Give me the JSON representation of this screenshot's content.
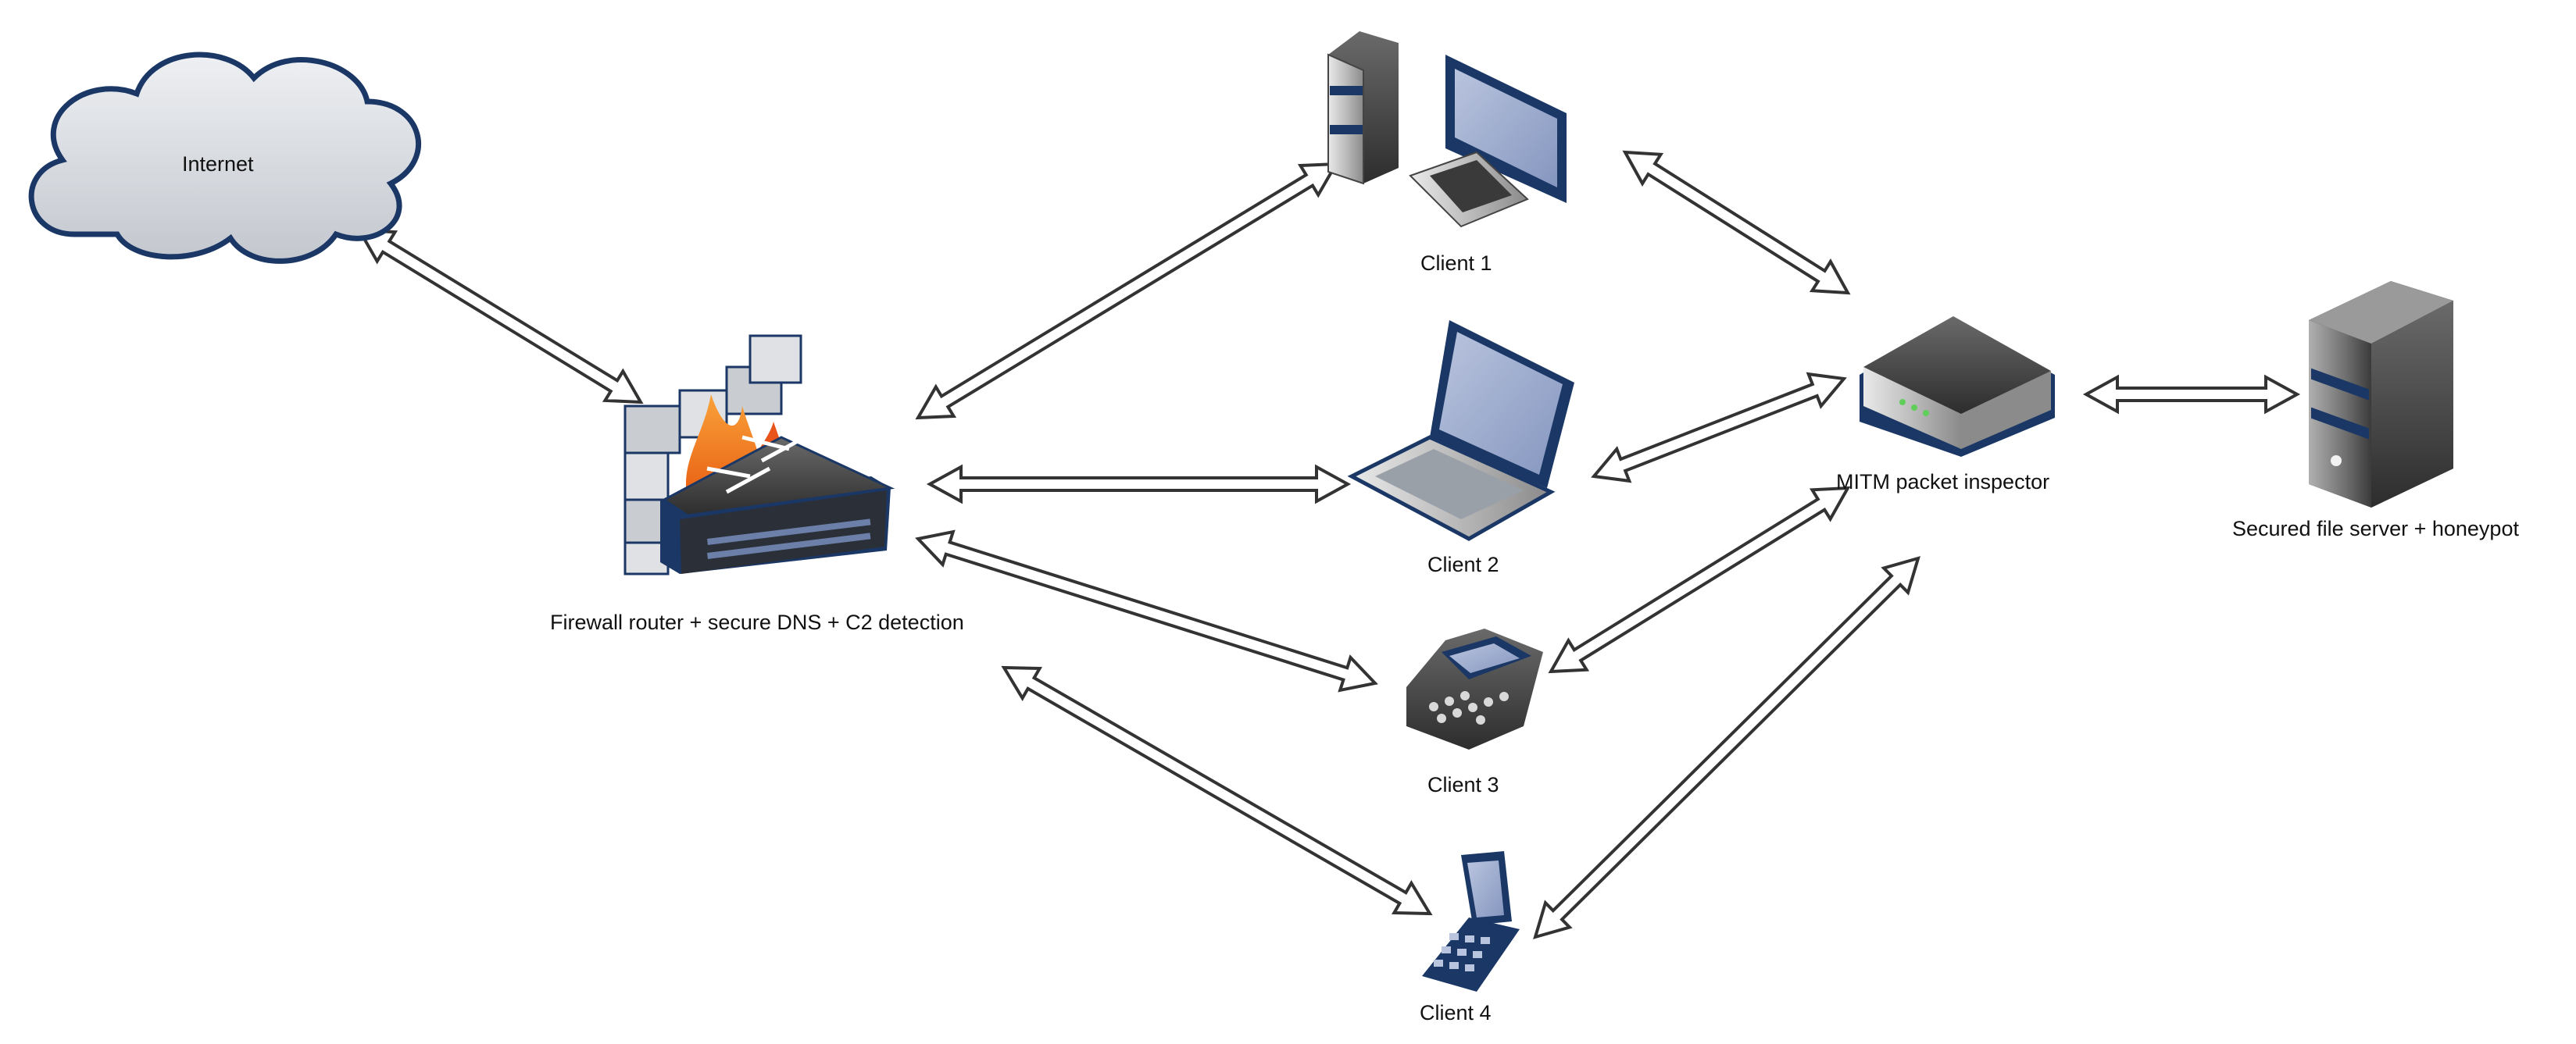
{
  "colors": {
    "navy": "#1a3766",
    "arrow_stroke": "#333333",
    "cloud_fill": "#d3d6db",
    "flame": "#f47a1f"
  },
  "nodes": {
    "internet": {
      "label": "Internet",
      "icon": "cloud-icon"
    },
    "firewall": {
      "label": "Firewall router + secure DNS + C2 detection",
      "icon": "firewall-router-icon"
    },
    "client1": {
      "label": "Client 1",
      "icon": "desktop-computer-icon"
    },
    "client2": {
      "label": "Client 2",
      "icon": "laptop-icon"
    },
    "client3": {
      "label": "Client 3",
      "icon": "smartphone-icon"
    },
    "client4": {
      "label": "Client 4",
      "icon": "flip-phone-icon"
    },
    "mitm": {
      "label": "MITM packet inspector",
      "icon": "network-appliance-icon"
    },
    "fileserver": {
      "label": "Secured file server + honeypot",
      "icon": "server-tower-icon"
    }
  },
  "connections": [
    {
      "from": "internet",
      "to": "firewall",
      "style": "bidirectional"
    },
    {
      "from": "firewall",
      "to": "client1",
      "style": "bidirectional"
    },
    {
      "from": "firewall",
      "to": "client2",
      "style": "bidirectional"
    },
    {
      "from": "firewall",
      "to": "client3",
      "style": "bidirectional"
    },
    {
      "from": "firewall",
      "to": "client4",
      "style": "bidirectional"
    },
    {
      "from": "client1",
      "to": "mitm",
      "style": "bidirectional"
    },
    {
      "from": "client2",
      "to": "mitm",
      "style": "bidirectional"
    },
    {
      "from": "client3",
      "to": "mitm",
      "style": "bidirectional"
    },
    {
      "from": "client4",
      "to": "mitm",
      "style": "bidirectional"
    },
    {
      "from": "mitm",
      "to": "fileserver",
      "style": "bidirectional"
    }
  ]
}
